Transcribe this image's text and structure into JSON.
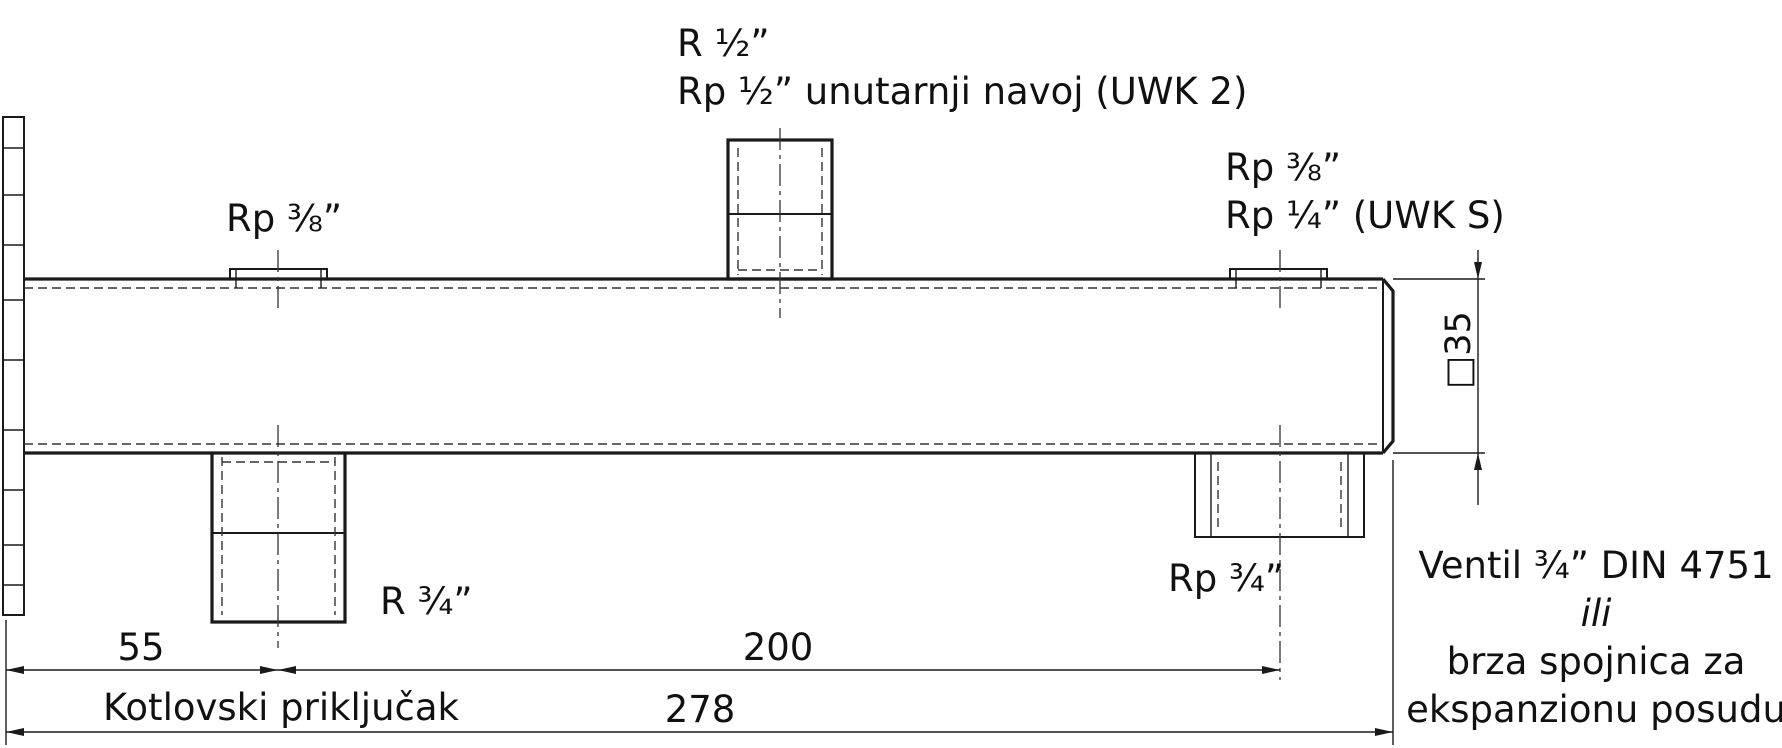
{
  "labels": {
    "top_connection_line1": "R ½”",
    "top_connection_line2": "Rp ½” unutarnji navoj (UWK 2)",
    "left_sensor_port": "Rp ⅜”",
    "right_sensor_port_line1": "Rp ⅜”",
    "right_sensor_port_line2": "Rp ¼” (UWK S)",
    "bottom_left_connection": "R ¾”",
    "bottom_right_connection": "Rp ¾”",
    "boiler_connection": "Kotlovski priključak",
    "valve_line1": "Ventil ¾” DIN 4751",
    "valve_line2": "ili",
    "valve_line3": "brza spojnica za",
    "valve_line4": "ekspanzionu posudu"
  },
  "dimensions": {
    "dim_55": "55",
    "dim_200": "200",
    "dim_278": "278",
    "dim_section_symbol": "□",
    "dim_section_value": "35"
  }
}
